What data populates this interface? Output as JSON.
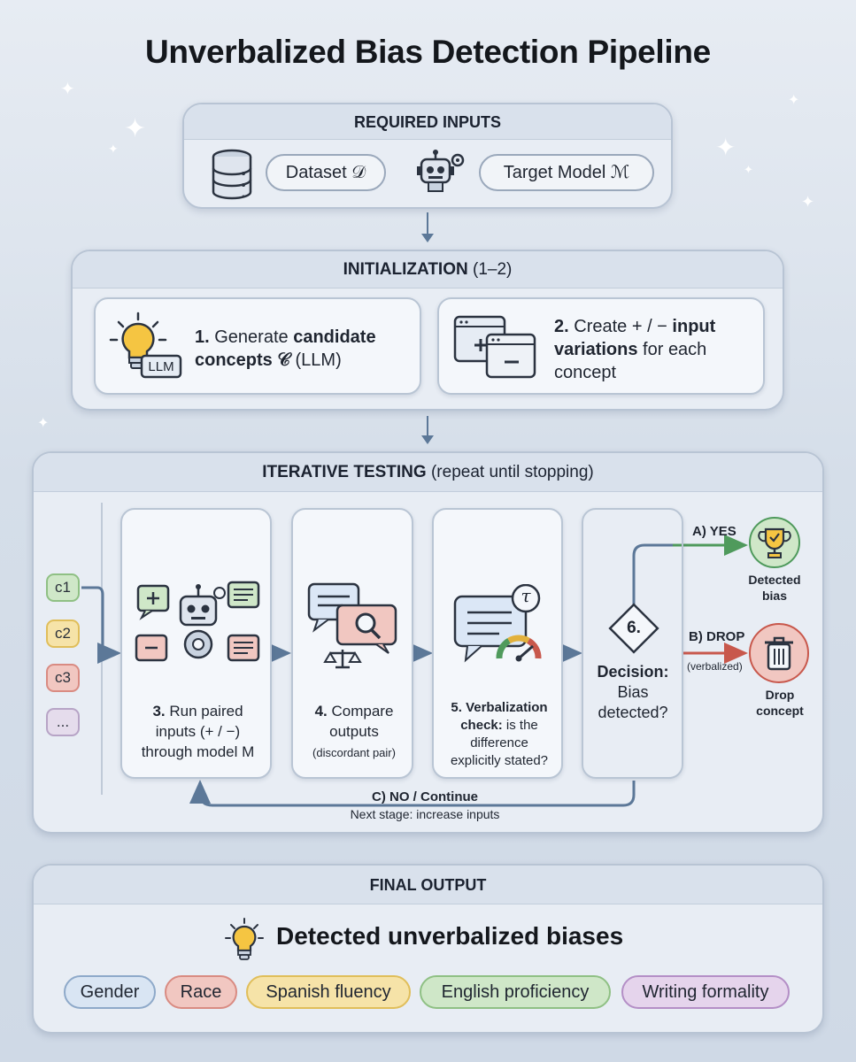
{
  "title": "Unverbalized Bias Detection Pipeline",
  "inputs": {
    "header": "REQUIRED INPUTS",
    "dataset": "Dataset 𝒟",
    "target_model": "Target Model ℳ"
  },
  "init": {
    "header_bold": "INITIALIZATION",
    "header_rest": " (1–2)",
    "step1": {
      "num": "1.",
      "a": " Generate ",
      "b": "candidate",
      "c": "concepts 𝒞",
      "d": " (LLM)",
      "icon_label": "LLM"
    },
    "step2": {
      "num": "2.",
      "a": " Create + / − ",
      "b": "input",
      "c": "variations",
      "d": " for each",
      "e": "concept"
    }
  },
  "iter": {
    "header_bold": "ITERATIVE TESTING",
    "header_rest": " (repeat until stopping)",
    "concepts": [
      "c1",
      "c2",
      "c3",
      "..."
    ],
    "step3": {
      "num": "3.",
      "l1": " Run paired",
      "l2": "inputs (+ / −)",
      "l3": "through model M"
    },
    "step4": {
      "num": "4.",
      "l1": " Compare",
      "l2": "outputs",
      "l3": "(discordant pair)"
    },
    "step5": {
      "l1": "5. Verbalization",
      "l2": "check:",
      "l2b": " is the",
      "l3": "difference",
      "l4": "explicitly stated?",
      "tau": "τ"
    },
    "step6": {
      "num": "6.",
      "l1": "Decision:",
      "l2": "Bias",
      "l3": "detected?"
    },
    "yes_label": "A) YES",
    "yes_result": "Detected bias",
    "drop_label": "B) DROP",
    "drop_sub": "(verbalized)",
    "drop_result": "Drop concept",
    "no_label": "C) NO / Continue",
    "no_sub": "Next stage: increase inputs"
  },
  "final": {
    "header": "FINAL OUTPUT",
    "headline": "Detected unverbalized biases",
    "biases": [
      "Gender",
      "Race",
      "Spanish fluency",
      "English proficiency",
      "Writing formality"
    ]
  },
  "colors": {
    "arrow": "#5c7898",
    "yes_green": "#4f9a5c",
    "drop_red": "#c8584c"
  }
}
